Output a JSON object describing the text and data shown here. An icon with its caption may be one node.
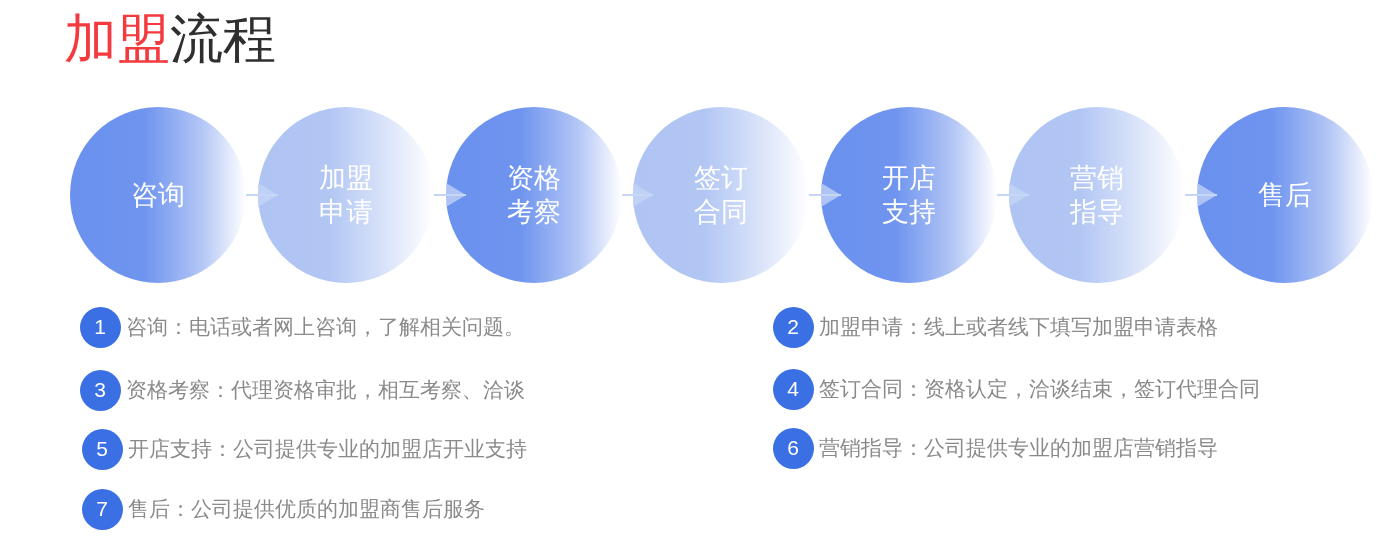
{
  "diagram": {
    "title": "加盟流程",
    "nodes": [
      {
        "text": [
          "咨询"
        ]
      },
      {
        "text": [
          "加盟申请"
        ]
      },
      {
        "text": [
          "资格考察"
        ]
      },
      {
        "text": [
          "签订合同"
        ]
      },
      {
        "text": [
          "开店支持"
        ]
      },
      {
        "text": [
          "营销指导"
        ]
      },
      {
        "text": [
          "售后"
        ]
      },
      {
        "text": [
          "1"
        ],
        "beside": [
          "咨询：电话或者网上咨询，了解相关问题。"
        ]
      },
      {
        "text": [
          "2"
        ],
        "beside": [
          "加盟申请：线上或者线下填写加盟申请表格"
        ]
      },
      {
        "text": [
          "3"
        ],
        "beside": [
          "资格考察：代理资格审批，相互考察、洽谈"
        ]
      },
      {
        "text": [
          "4"
        ],
        "beside": [
          "签订合同：资格认定，洽谈结束，签订代理合同"
        ]
      },
      {
        "text": [
          "5"
        ],
        "beside": [
          "开店支持：公司提供专业的加盟店开业支持"
        ]
      },
      {
        "text": [
          "6"
        ],
        "beside": [
          "营销指导：公司提供专业的加盟店营销指导"
        ]
      },
      {
        "text": [
          "7"
        ],
        "beside": [
          "售后：公司提供优质的加盟商售后服务"
        ]
      }
    ],
    "edges": [
      {
        "from": 0,
        "to": 1,
        "arrow": "to"
      },
      {
        "from": 1,
        "to": 2,
        "arrow": "to"
      },
      {
        "from": 2,
        "to": 3,
        "arrow": "to"
      },
      {
        "from": 3,
        "to": 4,
        "arrow": "to"
      },
      {
        "from": 4,
        "to": 5,
        "arrow": "to"
      },
      {
        "from": 5,
        "to": 6,
        "arrow": "to"
      }
    ]
  }
}
